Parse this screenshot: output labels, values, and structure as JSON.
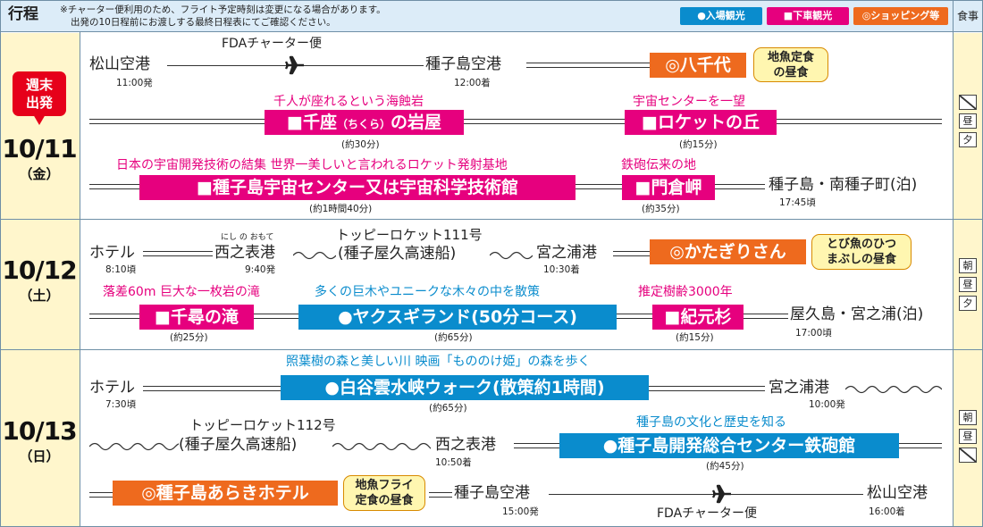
{
  "header": {
    "title": "行程",
    "note_line1": "※チャーター便利用のため、フライト予定時刻は変更になる場合があります。",
    "note_line2": "出発の10日程前にお渡しする最終日程表にてご確認ください。",
    "legend": [
      {
        "label": "●入場観光",
        "color": "#0a8ccd"
      },
      {
        "label": "■下車観光",
        "color": "#e6007e"
      },
      {
        "label": "◎ショッピング等",
        "color": "#ee6a1e"
      }
    ],
    "meal_title": "食事"
  },
  "days": [
    {
      "date": "10/11",
      "dow": "（金）",
      "badge": [
        "週末",
        "出発"
      ],
      "meals": [
        "／",
        "昼",
        "夕"
      ],
      "items": {
        "p_matsuyama": "松山空港",
        "t_matsuyama": "11:00発",
        "flight": "FDAチャーター便",
        "p_tanegashima_ap": "種子島空港",
        "t_tanegashima_ap": "12:00着",
        "shop_yachiyo": "◎八千代",
        "meal1_l1": "地魚定食",
        "meal1_l2": "の昼食",
        "sub_chikura": "千人が座れるという海蝕岩",
        "spot_chikura_pre": "■千座",
        "spot_chikura_ruby": "（ちくら）",
        "spot_chikura_post": "の岩屋",
        "stay_chikura": "(約30分)",
        "sub_rocket": "宇宙センターを一望",
        "spot_rocket": "■ロケットの丘",
        "stay_rocket": "(約15分)",
        "sub_space": "日本の宇宙開発技術の結集 世界一美しいと言われるロケット発射基地",
        "spot_space": "■種子島宇宙センター又は宇宙科学技術館",
        "stay_space": "(約1時間40分)",
        "sub_kadokura": "鉄砲伝来の地",
        "spot_kadokura": "■門倉岬",
        "stay_kadokura": "(約35分)",
        "p_lodging": "種子島・南種子町(泊)",
        "t_lodging": "17:45頃"
      }
    },
    {
      "date": "10/12",
      "dow": "（土）",
      "meals": [
        "朝",
        "昼",
        "夕"
      ],
      "items": {
        "p_hotel": "ホテル",
        "t_hotel": "8:10頃",
        "ruby_nishino": "にし の おもて",
        "p_nishinoomote": "西之表港",
        "t_nishinoomote": "9:40発",
        "ship_l1": "トッピーロケット111号",
        "ship_l2": "(種子屋久高速船)",
        "p_miyanoura": "宮之浦港",
        "t_miyanoura": "10:30着",
        "shop_katagiri": "◎かたぎりさん",
        "meal2_l1": "とび魚のひつ",
        "meal2_l2": "まぶしの昼食",
        "sub_senpiro": "落差60m 巨大な一枚岩の滝",
        "spot_senpiro": "■千尋の滝",
        "stay_senpiro": "(約25分)",
        "sub_yakusugi": "多くの巨木やユニークな木々の中を散策",
        "spot_yakusugi": "●ヤクスギランド(50分コース)",
        "stay_yakusugi": "(約65分)",
        "sub_kigen": "推定樹齢3000年",
        "spot_kigen": "■紀元杉",
        "stay_kigen": "(約15分)",
        "p_lodging": "屋久島・宮之浦(泊)",
        "t_lodging": "17:00頃"
      }
    },
    {
      "date": "10/13",
      "dow": "（日）",
      "meals": [
        "朝",
        "昼",
        "／"
      ],
      "items": {
        "p_hotel": "ホテル",
        "t_hotel": "7:30頃",
        "sub_shiratani": "照葉樹の森と美しい川 映画「もののけ姫」の森を歩く",
        "spot_shiratani": "●白谷雲水峡ウォーク(散策約1時間)",
        "stay_shiratani": "(約65分)",
        "p_miyanoura": "宮之浦港",
        "t_miyanoura": "10:00発",
        "ship_l1": "トッピーロケット112号",
        "ship_l2": "(種子屋久高速船)",
        "p_nishinoomote": "西之表港",
        "t_nishinoomote": "10:50着",
        "sub_kaihatsu": "種子島の文化と歴史を知る",
        "spot_kaihatsu": "●種子島開発総合センター鉄砲館",
        "stay_kaihatsu": "(約45分)",
        "shop_araki": "◎種子島あらきホテル",
        "meal3_l1": "地魚フライ",
        "meal3_l2": "定食の昼食",
        "p_tanegashima_ap": "種子島空港",
        "t_tanegashima_ap": "15:00発",
        "flight": "FDAチャーター便",
        "p_matsuyama": "松山空港",
        "t_matsuyama": "16:00着"
      }
    }
  ],
  "icons": {
    "plane": "airplane-icon",
    "wave": "sea-route-wave-icon"
  }
}
